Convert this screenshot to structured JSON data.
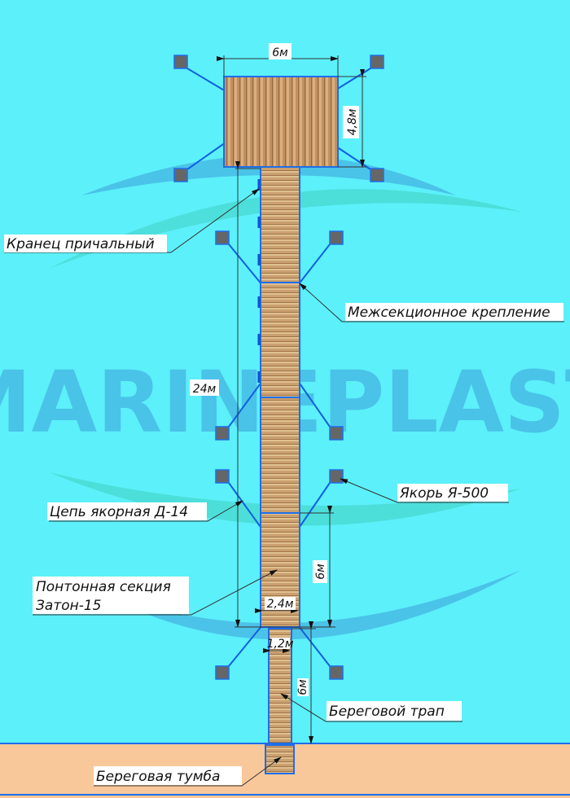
{
  "colors": {
    "water": "#5cf0fa",
    "shore": "#f9c89a",
    "wood": "#c49464",
    "anchor": "#666666",
    "chain": "#1060e0",
    "outline": "#1e6ee8"
  },
  "watermark": "MARINEPLAST",
  "dimensions": {
    "platform_width": "6м",
    "platform_length": "4,8м",
    "total_length": "24м",
    "section_length": "6м",
    "section_width": "2,4м",
    "gangway_width": "1,2м",
    "gangway_length": "6м"
  },
  "labels": {
    "fender": "Кранец причальный",
    "joint": "Межсекционное крепление",
    "anchor": "Якорь Я-500",
    "chain": "Цепь якорная Д-14",
    "section_line1": "Понтонная секция",
    "section_line2": "Затон-15",
    "gangway": "Береговой трап",
    "bollard": "Береговая тумба"
  }
}
